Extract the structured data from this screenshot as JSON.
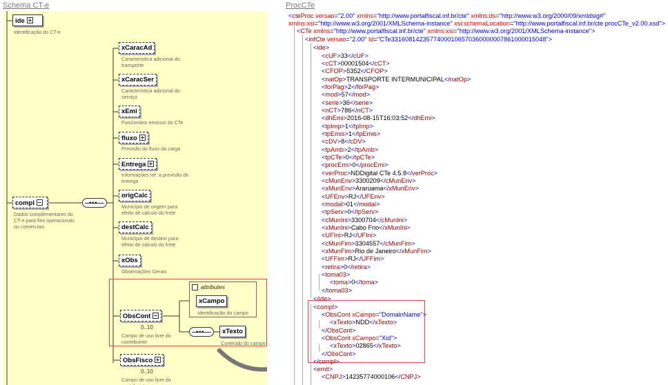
{
  "left_title": "Schema CT-e",
  "right_title": "ProcCTe",
  "schema": {
    "ide": {
      "label": "ide",
      "desc": "Identificação do CT-e"
    },
    "compl": {
      "label": "compl",
      "desc": "Dados complementares do CT-e para fins operacionais ou comerciais"
    },
    "items": [
      {
        "label": "xCaracAd",
        "desc": "Característica adicional do transporte",
        "expand": false
      },
      {
        "label": "xCaracSer",
        "desc": "Característica adicional do serviço",
        "expand": false
      },
      {
        "label": "xEmi",
        "desc": "Funcionário emissor do CTe",
        "expand": false
      },
      {
        "label": "fluxo",
        "desc": "Previsão do fluxo da carga",
        "expand": true
      },
      {
        "label": "Entrega",
        "desc": "Informações ref. a previsão de entrega",
        "expand": true
      },
      {
        "label": "origCalc",
        "desc": "Município de origem para efeito de cálculo do frete",
        "expand": false
      },
      {
        "label": "destCalc",
        "desc": "Município de destino para efeito de cálculo do frete",
        "expand": false
      },
      {
        "label": "xObs",
        "desc": "Observações Gerais",
        "expand": false
      }
    ],
    "obscont": {
      "label": "ObsCont",
      "card": "0..10",
      "desc": "Campo de uso livre do contribuinte"
    },
    "attributes_label": "attributes",
    "xcampo": {
      "label": "xCampo",
      "desc": "Identificação do campo"
    },
    "xtexto": {
      "label": "xTexto",
      "desc": "Conteúdo do campo"
    },
    "obsfisco": {
      "label": "ObsFisco",
      "card": "0..10",
      "desc": "Campo de uso livre do contribuinte"
    }
  },
  "xml_lines": [
    "<cteProc versao=\"2.00\" xmlns=\"http://www.portalfiscal.inf.br/cte\" xmlns:ds=\"http://www.w3.org/2000/09/xmldsig#\"",
    "xmlns:xsi=\"http://www.w3.org/2001/XMLSchema-instance\" xsi:schemaLocation=\"http://www.portalfiscal.inf.br/cte procCTe_v2.00.xsd\">",
    "<CTe xmlns=\"http://www.portalfiscal.inf.br/cte\" xmlns:xsi=\"http://www.w3.org/2001/XMLSchema-instance\">",
    "<infCte versao=\"2.00\" Id=\"CTe33160814235774000106570360000007861000015048\">",
    "<ide>",
    "<cUF>33</cUF>",
    "<cCT>00001504</cCT>",
    "<CFOP>5352</CFOP>",
    "<natOp>TRANSPORTE INTERMUNICIPAL</natOp>",
    "<forPag>2</forPag>",
    "<mod>57</mod>",
    "<serie>36</serie>",
    "<nCT>786</nCT>",
    "<dhEmi>2016-08-15T16:03:52</dhEmi>",
    "<tpImp>1</tpImp>",
    "<tpEmis>1</tpEmis>",
    "<cDV>8</cDV>",
    "<tpAmb>2</tpAmb>",
    "<tpCTe>0</tpCTe>",
    "<procEmi>0</procEmi>",
    "<verProc>NDDigital CTe 4.5.8</verProc>",
    "<cMunEnv>3300209</cMunEnv>",
    "<xMunEnv>Araruama</xMunEnv>",
    "<UFEnv>RJ</UFEnv>",
    "<modal>01</modal>",
    "<tpServ>0</tpServ>",
    "<cMunIni>3300704</cMunIni>",
    "<xMunIni>Cabo Frio</xMunIni>",
    "<UFIni>RJ</UFIni>",
    "<cMunFim>3304557</cMunFim>",
    "<xMunFim>Rio de Janeiro</xMunFim>",
    "<UFFim>RJ</UFFim>",
    "<retira>0</retira>",
    "<toma03>",
    "<toma>0</toma>",
    "</toma03>",
    "</ide>",
    "<compl>",
    "<ObsCont xCampo=\"DomainName\">",
    "<xTexto>NDD</xTexto>",
    "</ObsCont>",
    "<ObsCont xCampo=\"Xid\">",
    "<xTexto>02865</xTexto>",
    "</ObsCont>",
    "</compl>",
    "<emit>",
    "<CNPJ>14235774000106</CNPJ>",
    "..."
  ],
  "colors": {
    "tag": "#8b0000",
    "attr": "#d40000",
    "value": "#0000cc",
    "highlight": "#e04040",
    "schema_bg": "#ffffc6"
  }
}
